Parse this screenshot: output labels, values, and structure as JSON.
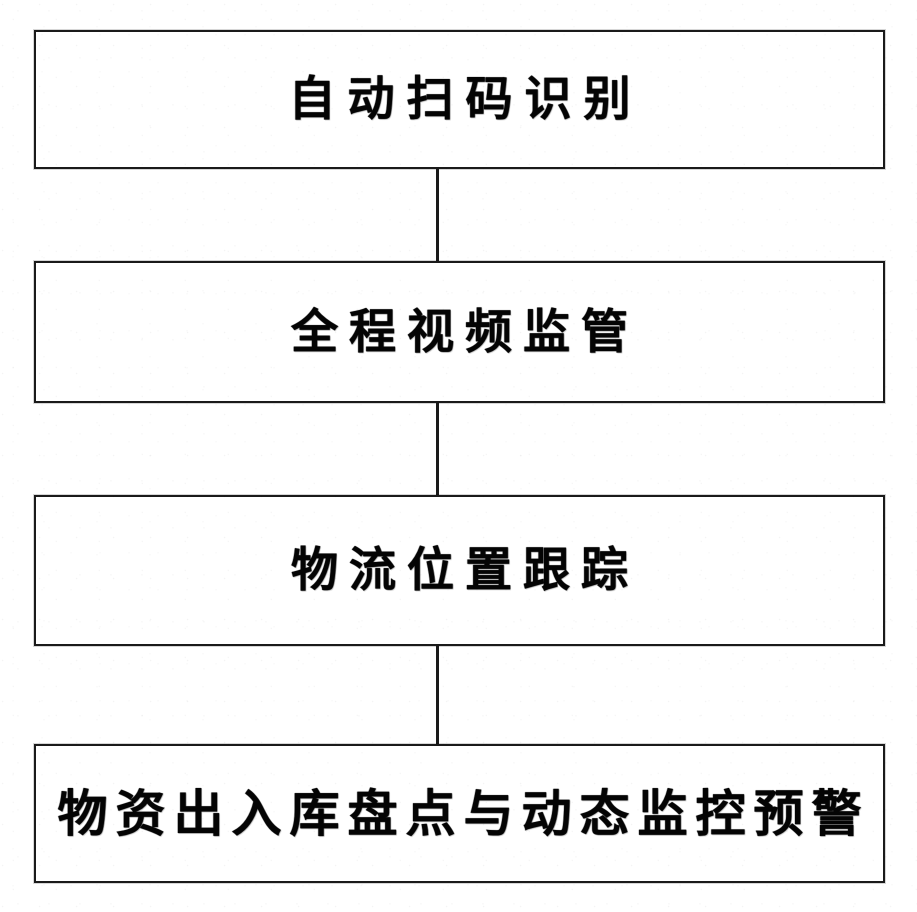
{
  "figure": {
    "type": "vertical-flowchart",
    "orientation": "top-to-bottom",
    "background_color": "#ffffff",
    "line_color": "#1a1a1a",
    "text_color": "#111111",
    "node_count": 4,
    "connector_count": 3,
    "nodes": [
      {
        "id": "node-1",
        "label": "自动扫码识别"
      },
      {
        "id": "node-2",
        "label": "全程视频监管"
      },
      {
        "id": "node-3",
        "label": "物流位置跟踪"
      },
      {
        "id": "node-4",
        "label": "物资出入库盘点与动态监控预警"
      }
    ],
    "connectors": [
      {
        "id": "connector-1-2",
        "from": "node-1",
        "to": "node-2"
      },
      {
        "id": "connector-2-3",
        "from": "node-2",
        "to": "node-3"
      },
      {
        "id": "connector-3-4",
        "from": "node-3",
        "to": "node-4"
      }
    ]
  }
}
